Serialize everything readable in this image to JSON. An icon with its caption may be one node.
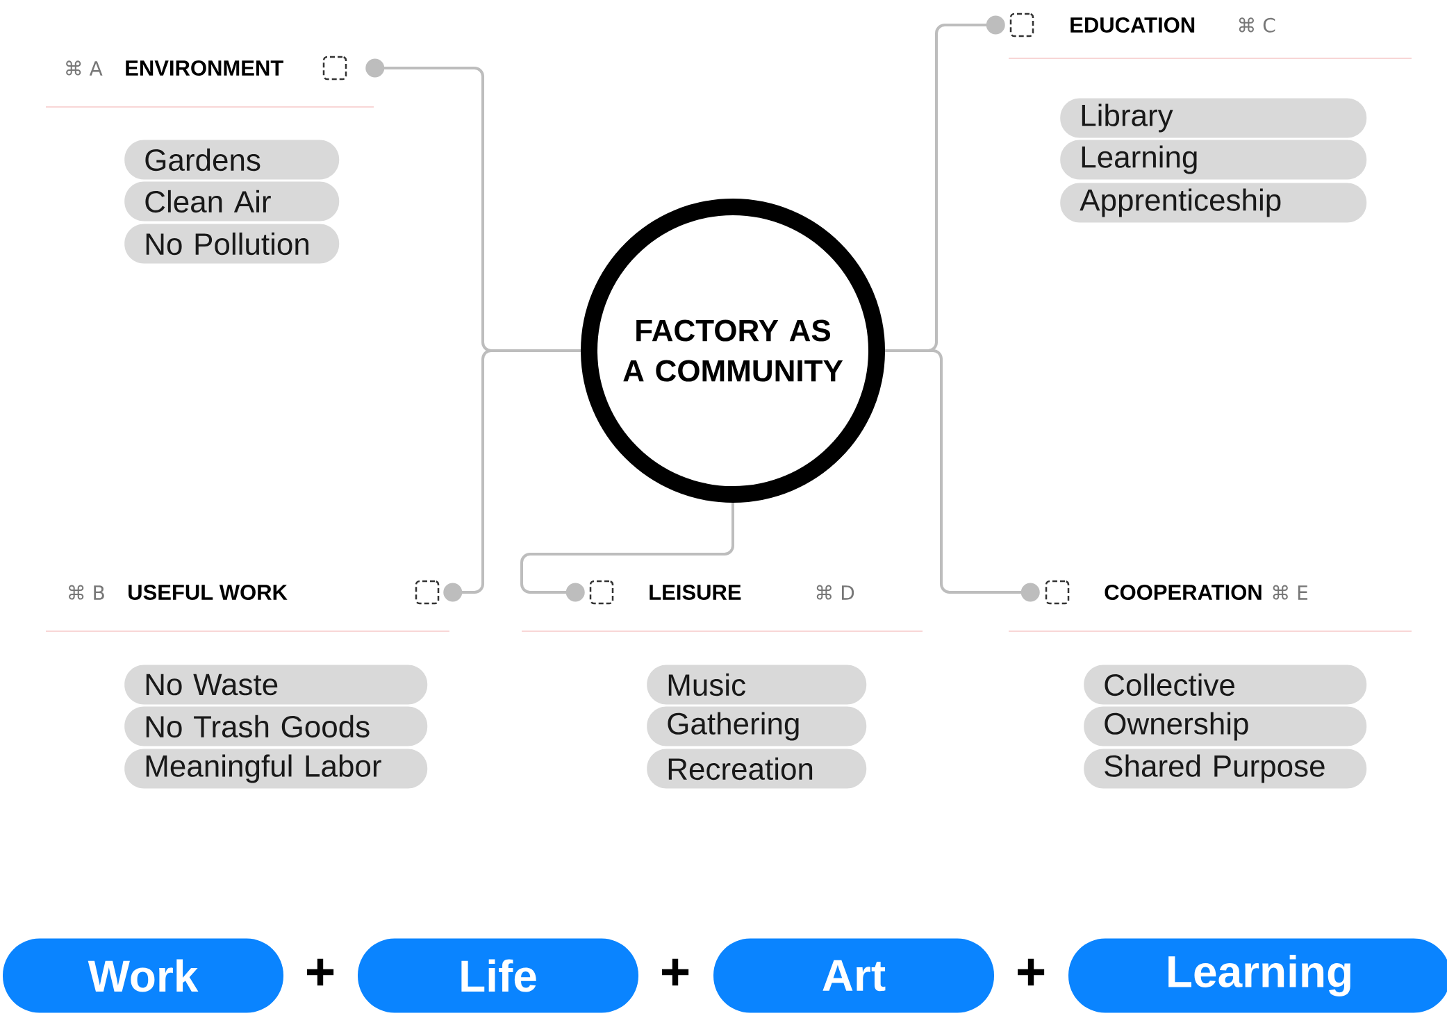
{
  "diagram": {
    "nodes": [
      {
        "text": [
          "FACTORY AS A COMMUNITY"
        ]
      },
      {
        "text": [
          "ENVIRONMENT"
        ]
      },
      {
        "text": [
          "Gardens"
        ]
      },
      {
        "text": [
          "Clean Air"
        ]
      },
      {
        "text": [
          "No Pollution"
        ]
      },
      {
        "text": [
          "EDUCATION"
        ]
      },
      {
        "text": [
          "Library"
        ]
      },
      {
        "text": [
          "Learning"
        ]
      },
      {
        "text": [
          "Apprenticeship"
        ]
      },
      {
        "text": [
          "USEFUL WORK"
        ]
      },
      {
        "text": [
          "No Waste"
        ]
      },
      {
        "text": [
          "No Trash Goods"
        ]
      },
      {
        "text": [
          "Meaningful Labor"
        ]
      },
      {
        "text": [
          "LEISURE"
        ]
      },
      {
        "text": [
          "Music"
        ]
      },
      {
        "text": [
          "Gathering"
        ]
      },
      {
        "text": [
          "Recreation"
        ]
      },
      {
        "text": [
          "COOPERATION"
        ]
      },
      {
        "text": [
          "Collective"
        ]
      },
      {
        "text": [
          "Ownership"
        ]
      },
      {
        "text": [
          "Shared Purpose"
        ]
      },
      {
        "text": [
          "Work"
        ]
      },
      {
        "text": [
          "Life"
        ]
      },
      {
        "text": [
          "Art"
        ]
      },
      {
        "text": [
          "Learning"
        ]
      },
      {
        "text": [],
        "shape": "box"
      },
      {
        "text": [],
        "shape": "box"
      },
      {
        "text": [],
        "shape": "box"
      },
      {
        "text": [],
        "shape": "box"
      },
      {
        "text": [],
        "shape": "box"
      }
    ],
    "edges": [
      {
        "from": 0,
        "to": 25,
        "arrow": "other"
      },
      {
        "from": 0,
        "to": 26,
        "arrow": "other"
      },
      {
        "from": 0,
        "to": 27,
        "arrow": "other"
      },
      {
        "from": 0,
        "to": 28,
        "arrow": "other"
      },
      {
        "from": 0,
        "to": 29,
        "arrow": "other"
      }
    ],
    "labels": [
      "⌘ A",
      "⌘ C",
      "⌘ B",
      "⌘ D",
      "⌘ E",
      "+",
      "+",
      "+"
    ]
  }
}
